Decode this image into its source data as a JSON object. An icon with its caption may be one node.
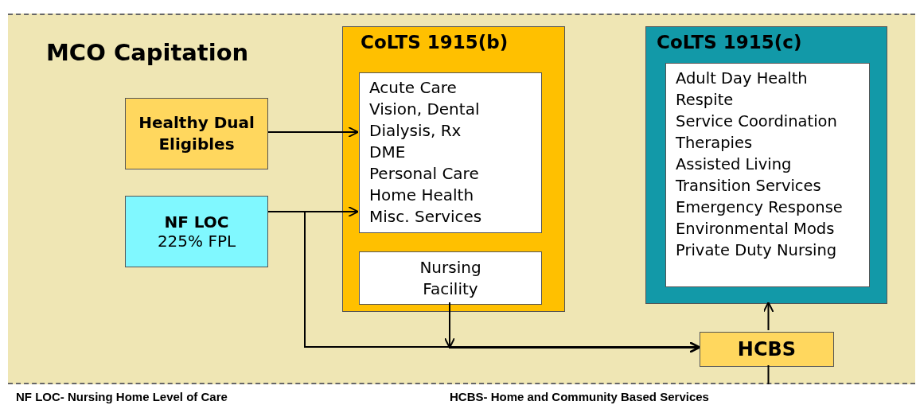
{
  "diagram": {
    "nodes": [
      {
        "text": [
          "MCO Capitation"
        ]
      },
      {
        "text": [
          "Healthy Dual Eligibles"
        ],
        "in": 0
      },
      {
        "text": [
          "NF LOC",
          "225% FPL"
        ],
        "in": 0
      },
      {
        "text": [
          "CoLTS 1915(b)"
        ],
        "in": 0
      },
      {
        "text": [
          "Acute Care",
          "Vision, Dental",
          "Dialysis, Rx",
          "DME",
          "Personal Care",
          "Home Health",
          "Misc. Services"
        ],
        "in": 3
      },
      {
        "text": [
          "Nursing Facility"
        ],
        "in": 3
      },
      {
        "text": [
          "CoLTS 1915(c)"
        ],
        "in": 0
      },
      {
        "text": [
          "Adult Day Health",
          "Respite",
          "Service Coordination",
          "Therapies",
          "Assisted Living",
          "Transition Services",
          "Emergency Response",
          "Environmental Mods",
          "Private Duty Nursing"
        ],
        "in": 6
      },
      {
        "text": [
          "HCBS"
        ],
        "in": 0
      }
    ],
    "edges": [
      {
        "from": 1,
        "to": 4,
        "arrow": "to"
      },
      {
        "from": 2,
        "to": 4,
        "arrow": "to"
      },
      {
        "from": 2,
        "to": 8,
        "arrow": "to"
      },
      {
        "from": 5,
        "to": 8,
        "arrow": "to"
      },
      {
        "from": 8,
        "to": 6,
        "arrow": "to"
      },
      {
        "from": 8,
        "to": null,
        "arrow": "none"
      }
    ],
    "labels": [
      "NF LOC- Nursing Home Level of Care",
      "HCBS- Home and Community Based Services"
    ]
  }
}
